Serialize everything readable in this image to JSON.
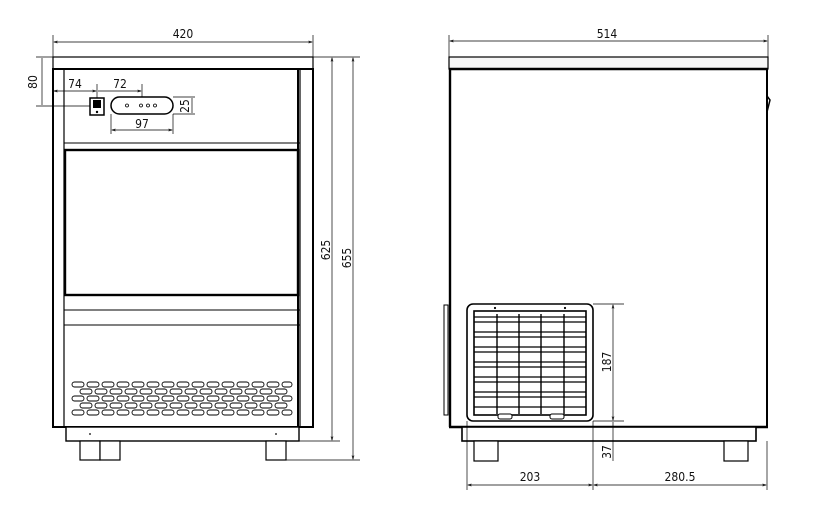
{
  "drawing": {
    "title": "Ice maker dimension drawing",
    "views": [
      "front",
      "side"
    ],
    "front_view": {
      "dimensions": {
        "width": "420",
        "top_offset": "80",
        "switch_offset": "74",
        "panel_offset": "72",
        "panel_height": "25",
        "panel_width": "97",
        "body_height": "625",
        "total_height": "655"
      }
    },
    "side_view": {
      "dimensions": {
        "depth": "514",
        "vent_height": "187",
        "vent_bottom": "37",
        "front_segment": "203",
        "rear_segment": "280.5"
      }
    },
    "colors": {
      "line": "#000000",
      "background": "#ffffff",
      "panel_fill": "#f2f2f2"
    }
  }
}
